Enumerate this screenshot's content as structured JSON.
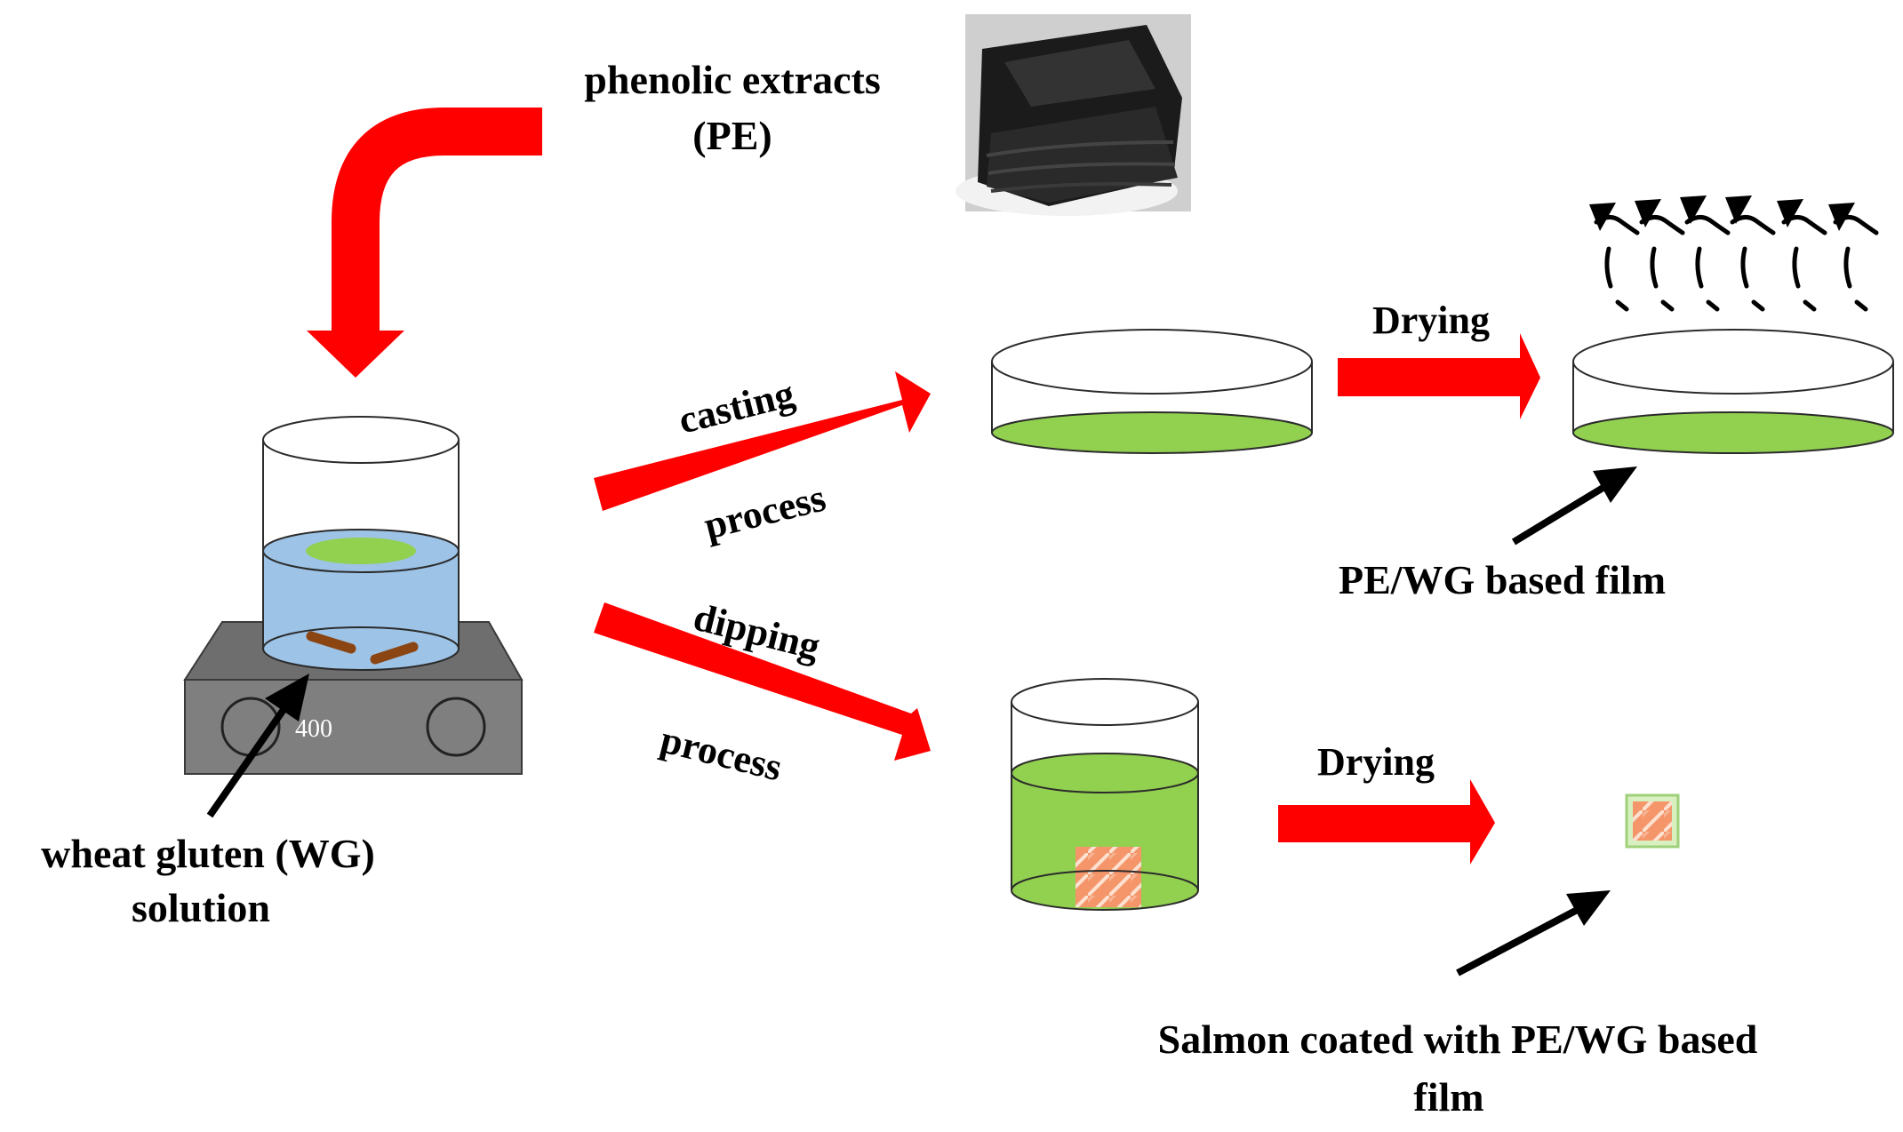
{
  "labels": {
    "phenolic_line1": "phenolic extracts",
    "phenolic_line2": "(PE)",
    "casting": "casting",
    "casting_process": "process",
    "dipping": "dipping",
    "dipping_process": "process",
    "drying_top": "Drying",
    "drying_bottom": "Drying",
    "film_label": "PE/WG based film",
    "wg_line1": "wheat gluten (WG)",
    "wg_line2": "solution",
    "salmon_line1": "Salmon coated with PE/WG based",
    "salmon_line2": "film",
    "stirrer_speed": "400"
  },
  "colors": {
    "arrow_red": "#ff0000",
    "solution_blue": "#9dc3e6",
    "film_green": "#92d050",
    "hotplate_gray": "#7f7f7f",
    "stir_bar_brown": "#8b4513",
    "salmon": "#f4956a",
    "seaweed": "#1b1b1b"
  },
  "icons": {
    "seaweed_photo": "seaweed-sheets-image",
    "salmon_piece": "salmon-fillet-image",
    "steam": "steam-evaporation-arrows"
  }
}
